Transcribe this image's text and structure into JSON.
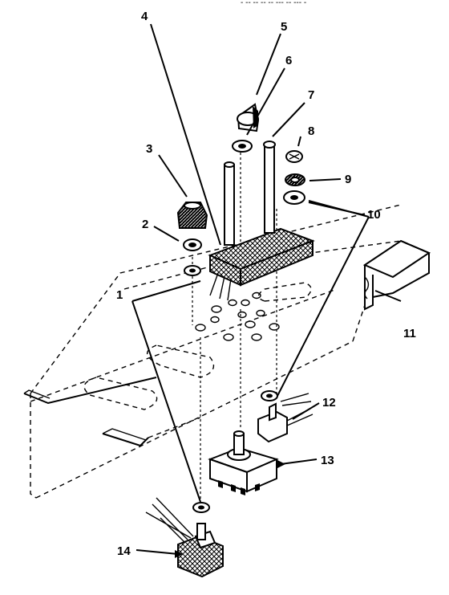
{
  "diagram": {
    "callouts": {
      "c1": "1",
      "c2": "2",
      "c3": "3",
      "c4": "4",
      "c5": "5",
      "c6": "6",
      "c7": "7",
      "c8": "8",
      "c9": "9",
      "c10": "10",
      "c11": "11",
      "c12": "12",
      "c13": "13",
      "c14": "14"
    },
    "header_fragment": "- -- -- --  -- --- -- --- -"
  }
}
